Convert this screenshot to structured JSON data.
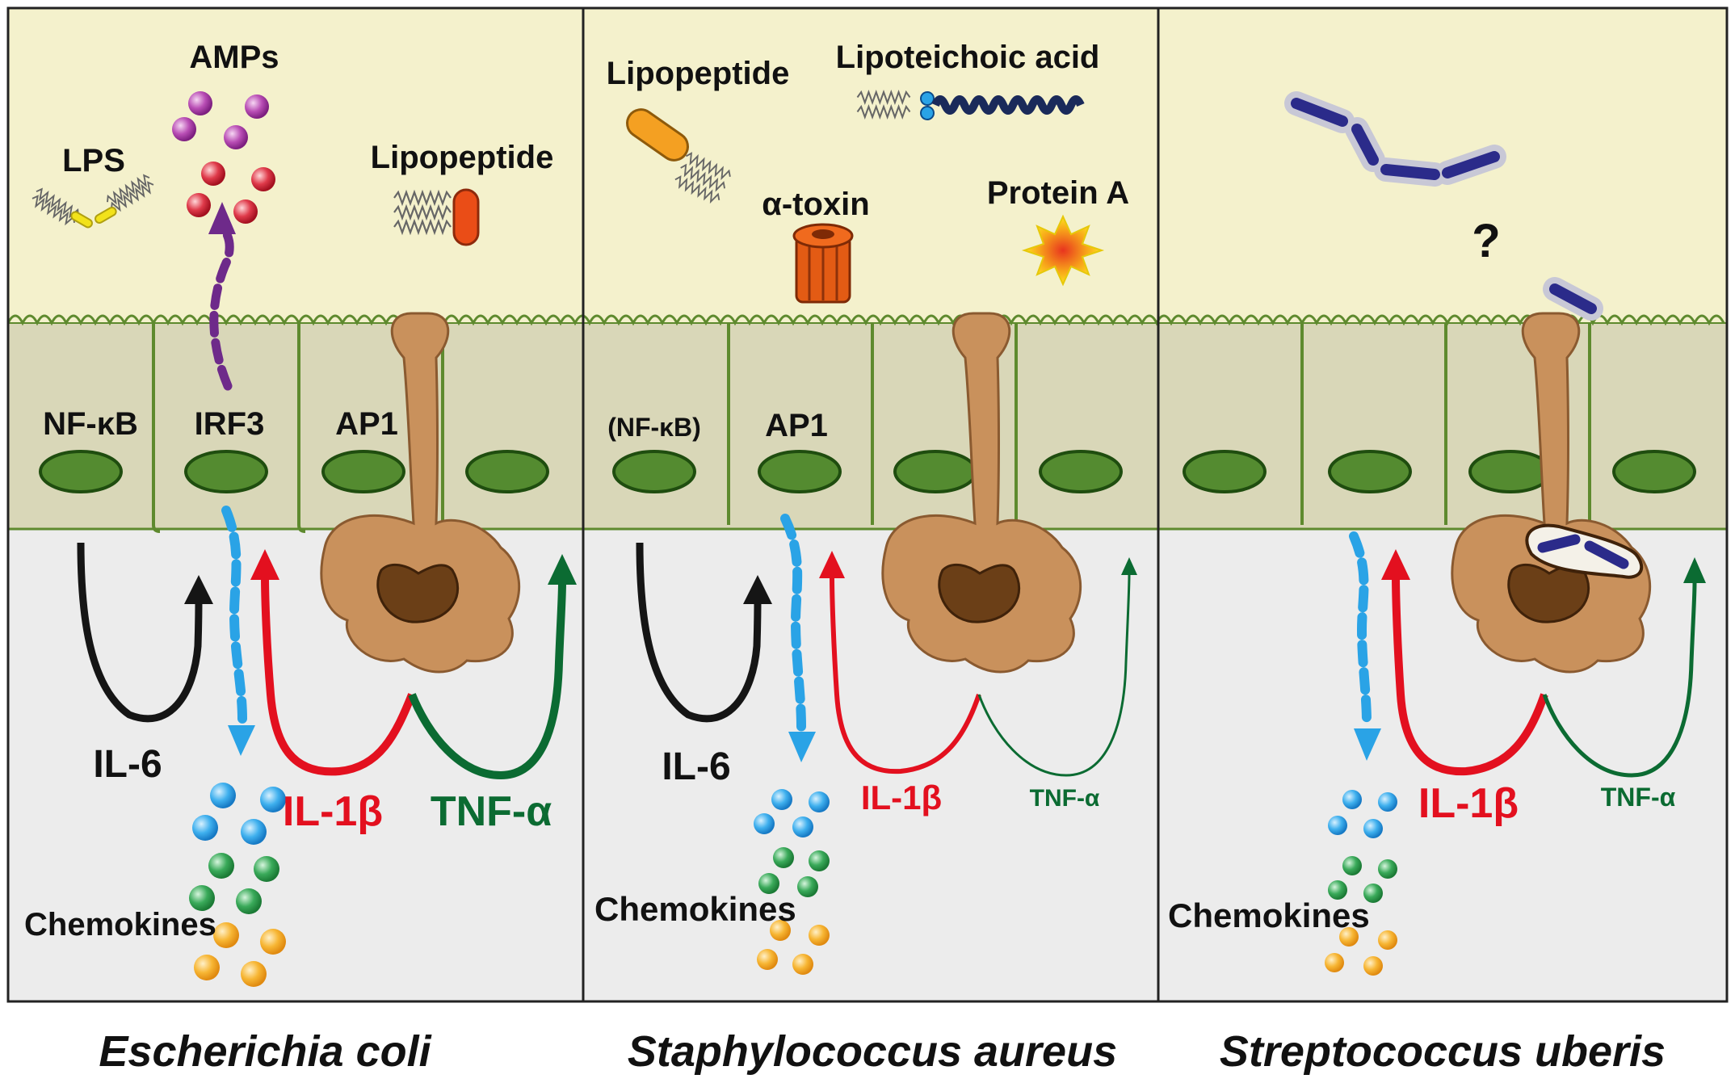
{
  "panels": [
    {
      "caption": "Escherichia coli",
      "labels": {
        "lps": "LPS",
        "amps": "AMPs",
        "lipopeptide": "Lipopeptide",
        "nfkb": "NF-κB",
        "irf3": "IRF3",
        "ap1": "AP1",
        "il6": "IL-6",
        "il1b": "IL-1β",
        "tnfa": "TNF-α",
        "chemokines": "Chemokines"
      }
    },
    {
      "caption": "Staphylococcus aureus",
      "labels": {
        "lipopeptide": "Lipopeptide",
        "lta": "Lipoteichoic acid",
        "atoxin": "α-toxin",
        "proteina": "Protein A",
        "nfkb": "(NF-κB)",
        "ap1": "AP1",
        "il6": "IL-6",
        "il1b": "IL-1β",
        "tnfa": "TNF-α",
        "chemokines": "Chemokines"
      }
    },
    {
      "caption": "Streptococcus uberis",
      "labels": {
        "question": "?",
        "il1b": "IL-1β",
        "tnfa": "TNF-α",
        "chemokines": "Chemokines"
      }
    }
  ],
  "colors": {
    "lumen": "#f4f1cc",
    "tissue": "#ececec",
    "epithelium": "#d9d7b8",
    "cell_border": "#5e8a2e",
    "nucleus": "#548b30",
    "macrophage": "#c9915c",
    "il1b": "#e3101f",
    "tnfa": "#0b6b32",
    "il6": "#151515",
    "chemokine_path": "#2aa3e6",
    "amp_path": "#6e2a8a"
  }
}
